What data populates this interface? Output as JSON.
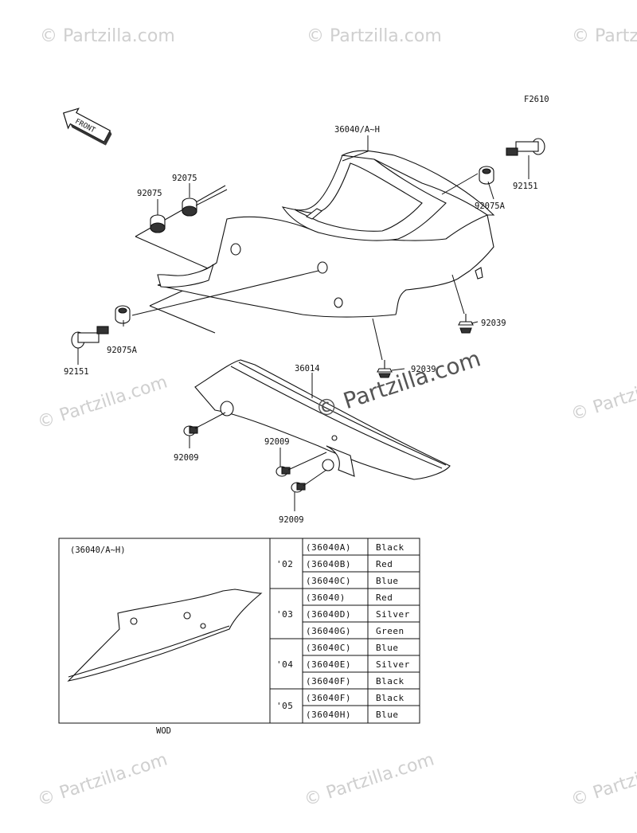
{
  "figure_code": "F2610",
  "front_arrow_label": "FRONT",
  "watermark_text": "© Partzilla.com",
  "parts": {
    "seat_cover": "36040/A~H",
    "grommet_left_upper": "92075",
    "grommet_left_lower": "92075",
    "grommet_right": "92075A",
    "grommet_left_bottom": "92075A",
    "bolt_right": "92151",
    "bolt_left": "92151",
    "rivet_upper": "92039",
    "rivet_lower": "92039",
    "side_cover": "36014",
    "screw_left": "92009",
    "screw_mid": "92009",
    "screw_bottom": "92009"
  },
  "detail_box": {
    "title": "(36040/A~H)"
  },
  "variants_table": {
    "groups": [
      {
        "year": "'02",
        "rows": [
          {
            "code": "(36040A)",
            "color": "Black"
          },
          {
            "code": "(36040B)",
            "color": "Red"
          },
          {
            "code": "(36040C)",
            "color": "Blue"
          }
        ]
      },
      {
        "year": "'03",
        "rows": [
          {
            "code": "(36040)",
            "color": "Red"
          },
          {
            "code": "(36040D)",
            "color": "Silver"
          },
          {
            "code": "(36040G)",
            "color": "Green"
          }
        ]
      },
      {
        "year": "'04",
        "rows": [
          {
            "code": "(36040C)",
            "color": "Blue"
          },
          {
            "code": "(36040E)",
            "color": "Silver"
          },
          {
            "code": "(36040F)",
            "color": "Black"
          }
        ]
      },
      {
        "year": "'05",
        "rows": [
          {
            "code": "(36040F)",
            "color": "Black"
          },
          {
            "code": "(36040H)",
            "color": "Blue"
          }
        ]
      }
    ]
  },
  "footnote": "WOD"
}
